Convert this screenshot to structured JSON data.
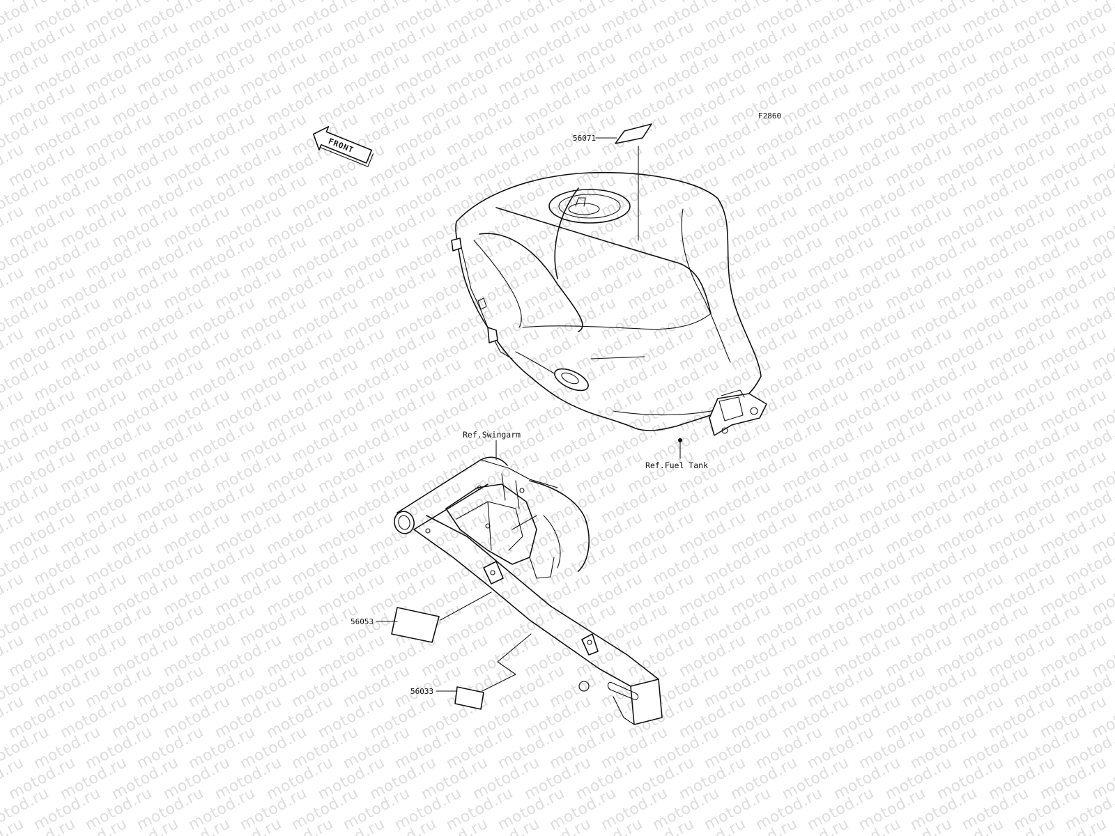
{
  "figure_code": "F2860",
  "watermark": "motod.ru",
  "front_arrow": {
    "label": "FRONT"
  },
  "references": {
    "fuel_tank": "Ref.Fuel Tank",
    "swingarm": "Ref.Swingarm"
  },
  "parts": [
    {
      "number": "56071"
    },
    {
      "number": "56053"
    },
    {
      "number": "56033"
    }
  ]
}
